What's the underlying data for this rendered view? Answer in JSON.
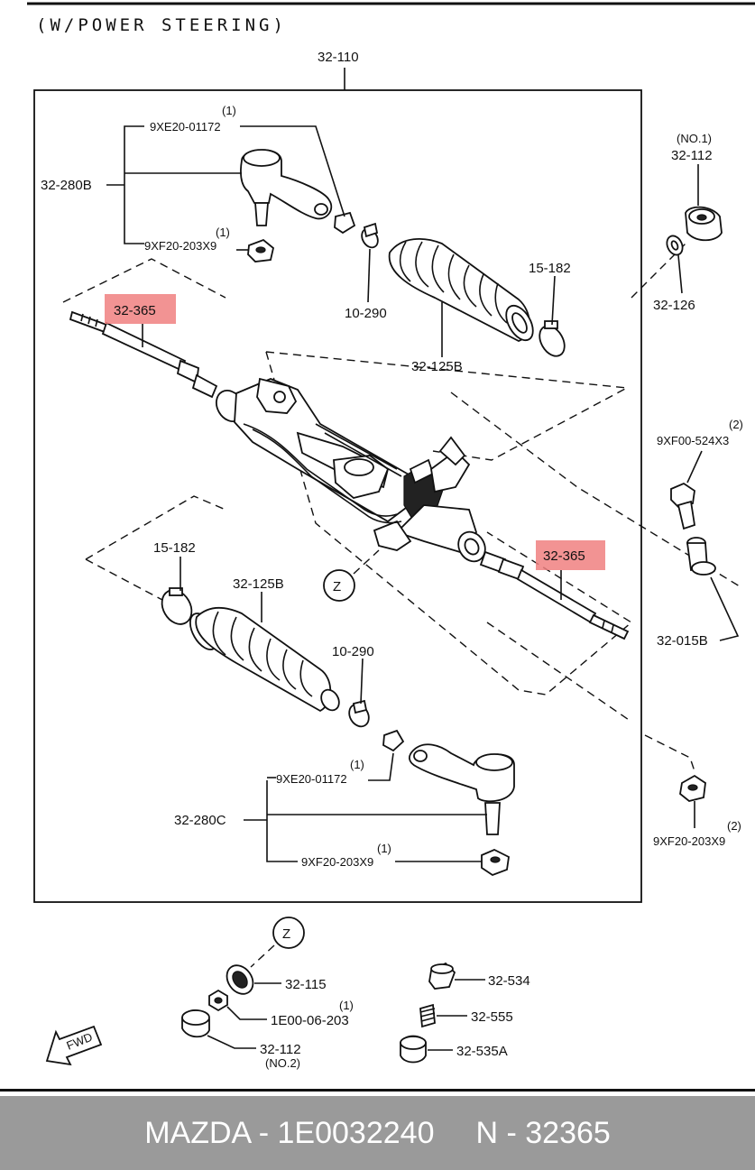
{
  "title": "(W/POWER STEERING)",
  "callouts": {
    "assembly": "32-110",
    "tie_rod_end_left": "32-280B",
    "tie_rod_end_right": "32-280C",
    "nut_left_qty": "(1)",
    "nut_left": "9XE20-01172",
    "nut2_left_qty": "(1)",
    "nut2_left": "9XF20-203X9",
    "nut_right_qty": "(1)",
    "nut_right": "9XE20-01172",
    "nut2_right_qty": "(1)",
    "nut2_right": "9XF20-203X9",
    "tie_rod_upper": "32-365",
    "tie_rod_lower": "32-365",
    "boot_upper": "32-125B",
    "boot_lower": "32-125B",
    "clamp_upper": "15-182",
    "clamp_lower": "15-182",
    "band_upper": "10-290",
    "band_lower": "10-290",
    "mount_no1": "(NO.1)",
    "mount_no1_part": "32-112",
    "washer": "32-126",
    "bolt_qty": "(2)",
    "bolt": "9XF00-524X3",
    "bushing": "32-015B",
    "nut3_qty": "(2)",
    "nut3": "9XF20-203X9",
    "zone_marker": "Z",
    "zone_marker_bottom": "Z",
    "pinion_seal": "32-115",
    "pinion_nut_qty": "(1)",
    "pinion_nut": "1E00-06-203",
    "mount_no2_part": "32-112",
    "mount_no2": "(NO.2)",
    "yoke": "32-534",
    "spring": "32-555",
    "plug": "32-535A",
    "fwd": "FWD"
  },
  "footer": {
    "part_ref": "MAZDA - 1E0032240",
    "part_number": "N - 32365"
  },
  "colors": {
    "highlight": "#f08080",
    "footer_bg": "#9a9a9a",
    "line": "#111111"
  }
}
